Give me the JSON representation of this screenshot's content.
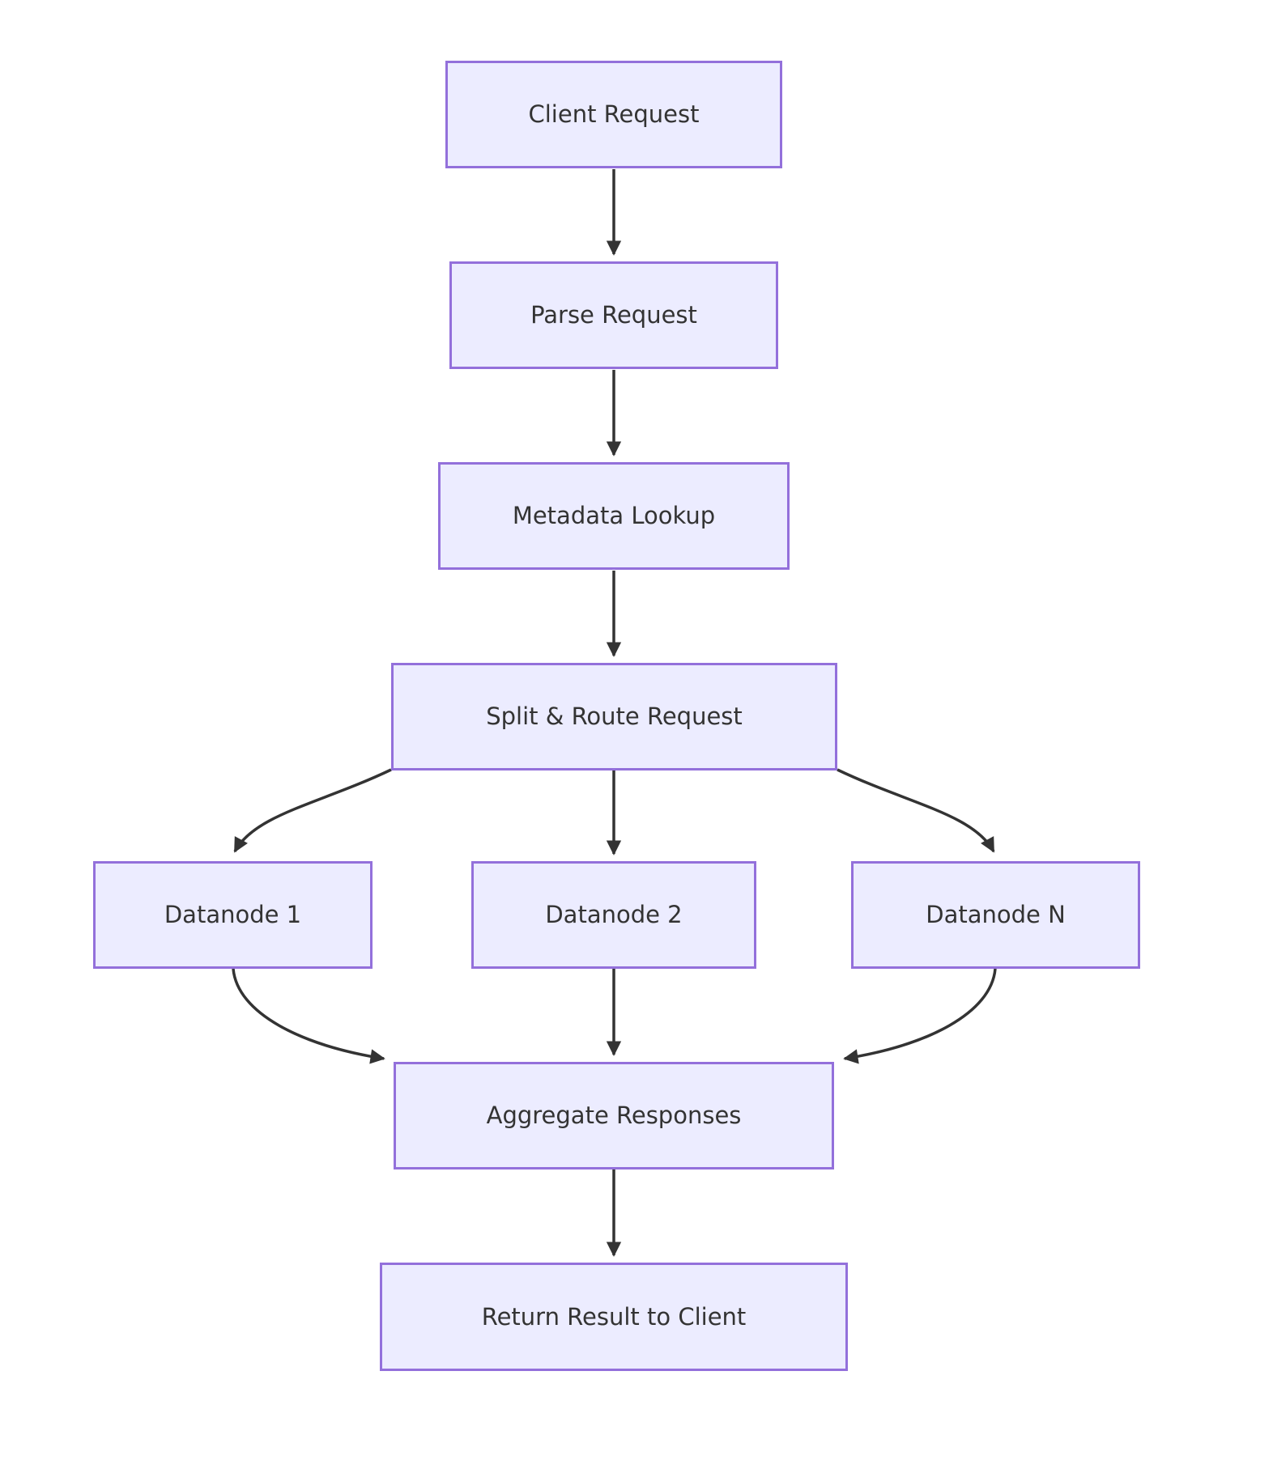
{
  "diagram": {
    "type": "flowchart",
    "direction": "top-down",
    "colors": {
      "node_fill": "#ECECFF",
      "node_border": "#9370DB",
      "text": "#333333",
      "arrow": "#333333",
      "background": "#FFFFFF"
    },
    "nodes": [
      {
        "id": "client",
        "label": "Client Request"
      },
      {
        "id": "parse",
        "label": "Parse Request"
      },
      {
        "id": "metadata",
        "label": "Metadata Lookup"
      },
      {
        "id": "split",
        "label": "Split & Route Request"
      },
      {
        "id": "datanode1",
        "label": "Datanode 1"
      },
      {
        "id": "datanode2",
        "label": "Datanode 2"
      },
      {
        "id": "datanodeN",
        "label": "Datanode N"
      },
      {
        "id": "aggregate",
        "label": "Aggregate Responses"
      },
      {
        "id": "return",
        "label": "Return Result to Client"
      }
    ],
    "edges": [
      {
        "from": "client",
        "to": "parse"
      },
      {
        "from": "parse",
        "to": "metadata"
      },
      {
        "from": "metadata",
        "to": "split"
      },
      {
        "from": "split",
        "to": "datanode1"
      },
      {
        "from": "split",
        "to": "datanode2"
      },
      {
        "from": "split",
        "to": "datanodeN"
      },
      {
        "from": "datanode1",
        "to": "aggregate"
      },
      {
        "from": "datanode2",
        "to": "aggregate"
      },
      {
        "from": "datanodeN",
        "to": "aggregate"
      },
      {
        "from": "aggregate",
        "to": "return"
      }
    ]
  }
}
